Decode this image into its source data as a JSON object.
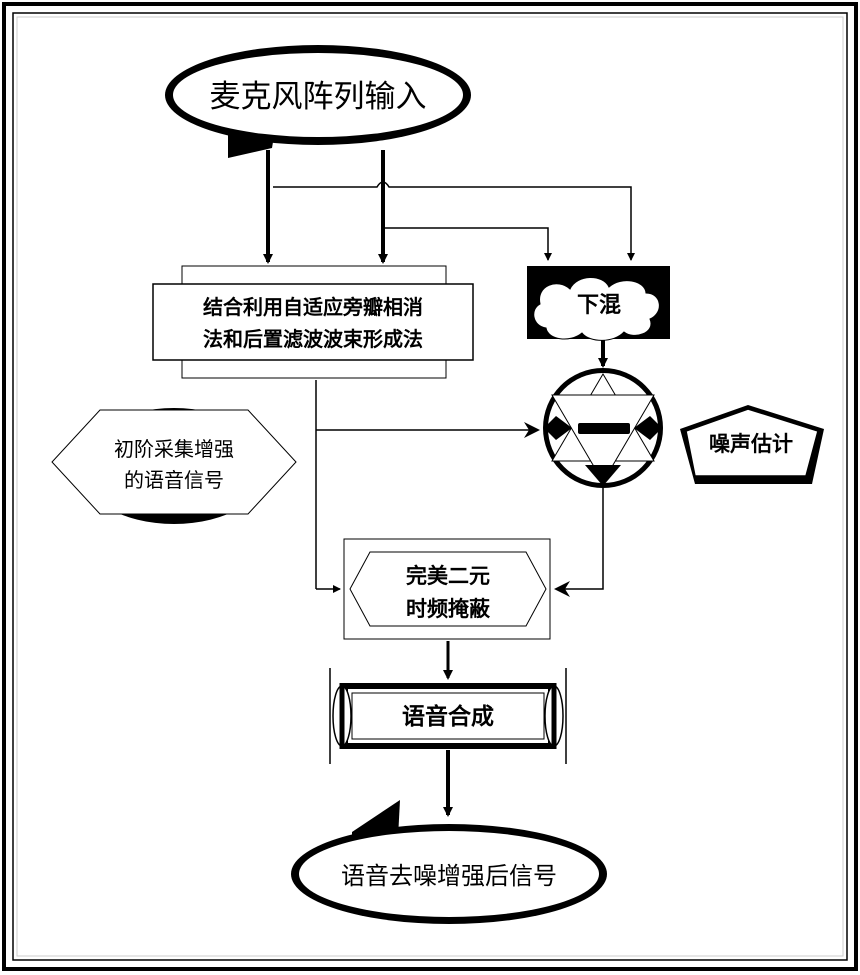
{
  "nodes": {
    "input": {
      "label": "麦克风阵列输入"
    },
    "beamform": {
      "line1": "结合利用自适应旁瓣相消",
      "line2": "法和后置滤波波束形成法"
    },
    "downmix": {
      "label": "下混"
    },
    "subtract": {
      "symbol": "−"
    },
    "noise_est": {
      "label": "噪声估计"
    },
    "initial_enh": {
      "line1": "初阶采集增强",
      "line2": "的语音信号"
    },
    "mask": {
      "line1": "完美二元",
      "line2": "时频掩蔽"
    },
    "synthesis": {
      "label": "语音合成"
    },
    "output": {
      "label": "语音去噪增强后信号"
    }
  },
  "colors": {
    "stroke": "#000000",
    "background": "#ffffff",
    "frame_inner": "#e6e6e6"
  }
}
